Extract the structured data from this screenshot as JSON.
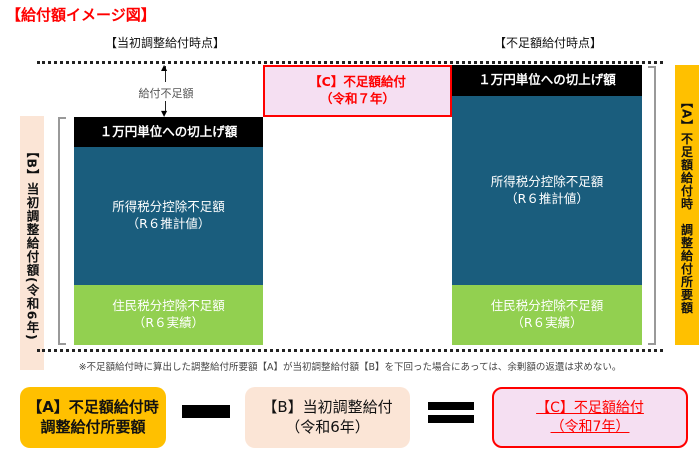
{
  "title": "【給付額イメージ図】",
  "headers": {
    "initial": "【当初調整給付時点】",
    "shortfall": "【不足額給付時点】"
  },
  "arrow_label": "給付不足額",
  "left_stack": {
    "roundup": "１万円単位への切上げ額",
    "income_tax": [
      "所得税分控除不足額",
      "（R６推計値）"
    ],
    "resident_tax": [
      "住民税分控除不足額",
      "（R６実績）"
    ]
  },
  "right_stack": {
    "roundup": "１万円単位への切上げ額",
    "income_tax": [
      "所得税分控除不足額",
      "（R６推計値）"
    ],
    "resident_tax": [
      "住民税分控除不足額",
      "（R６実績）"
    ]
  },
  "c_box": [
    "【C】不足額給付",
    "（令和７年）"
  ],
  "b_label": "【B】当初調整給付額(令和6年)",
  "a_label": "【A】不足額給付時　調整給付所要額",
  "note": "※不足額給付時に算出した調整給付所要額【A】が当初調整給付額【B】を下回った場合にあっては、余剰額の返還は求めない。",
  "equation": {
    "a": [
      "【A】不足額給付時",
      "調整給付所要額"
    ],
    "b": [
      "【B】当初調整給付",
      "（令和6年）"
    ],
    "c": [
      "【C】不足額給付",
      "（令和7年）"
    ]
  },
  "colors": {
    "title": "#ff0000",
    "black": "#000000",
    "blue": "#1a5d7d",
    "green": "#92d050",
    "orange": "#ffc000",
    "peach": "#fbe5d6",
    "pink": "#f5dff2",
    "red": "#ff0000"
  }
}
